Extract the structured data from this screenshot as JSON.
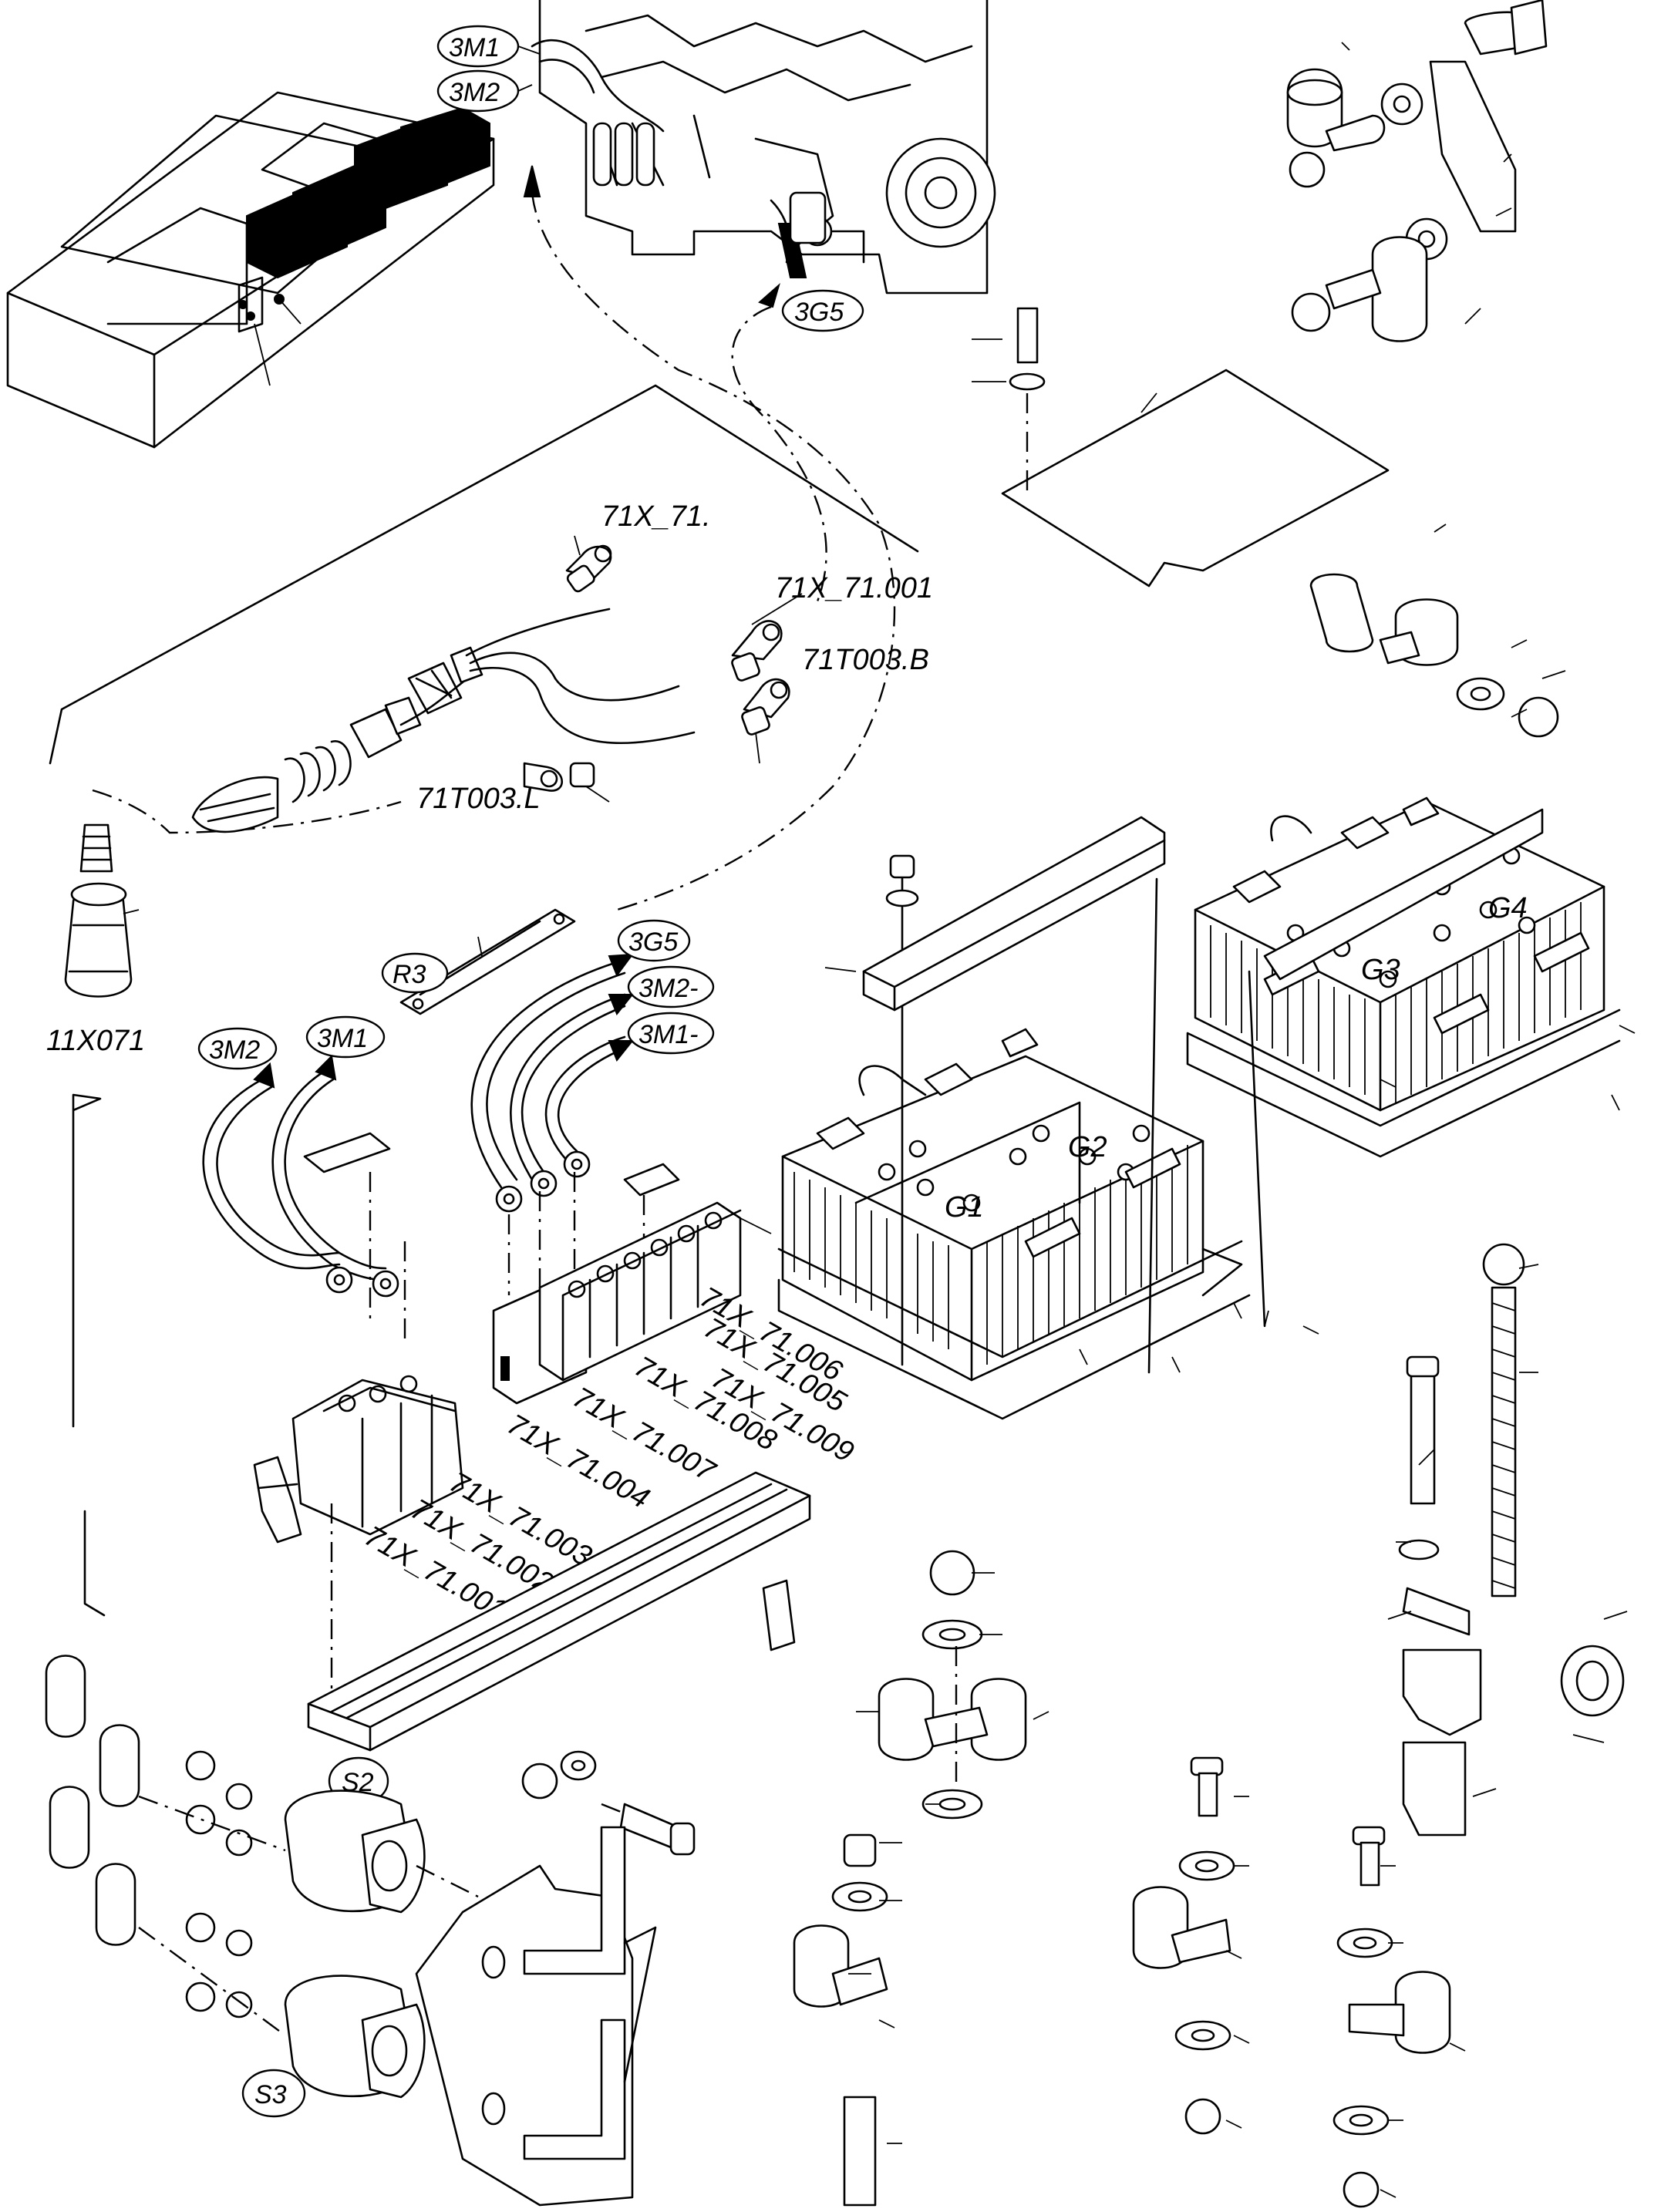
{
  "diagram": {
    "callouts": {
      "c_3m1_top": "3M1",
      "c_3m2_top": "3M2",
      "c_3g5_top": "3G5",
      "c_r3": "R3",
      "c_3g5": "3G5",
      "c_3m2_dash": "3M2-",
      "c_3m1_dash": "3M1-",
      "c_3m2": "3M2",
      "c_3m1": "3M1",
      "c_s2": "S2",
      "c_s3": "S3"
    },
    "labels": {
      "l_71x71": "71X_71.",
      "l_71x71_001_top": "71X_71.001",
      "l_71t003b": "71T003.B",
      "l_71t003l": "71T003.L",
      "l_11x071": "11X071",
      "l_g1": "G1",
      "l_g2": "G2",
      "l_g3": "G3",
      "l_g4": "G4",
      "l_006": "71X_71.006",
      "l_005": "71X_71.005",
      "l_009": "71X_71.009",
      "l_008": "71X_71.008",
      "l_007": "71X_71.007",
      "l_004": "71X_71.004",
      "l_003": "71X_71.003",
      "l_002": "71X_71.002",
      "l_001": "71X_71.001"
    }
  }
}
